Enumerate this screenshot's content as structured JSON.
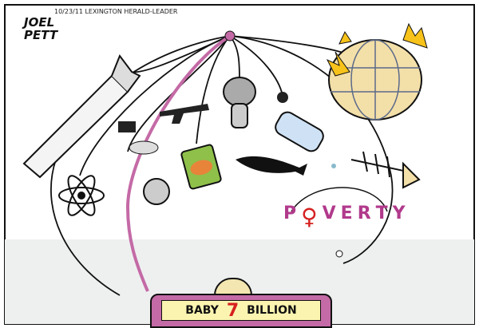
{
  "cartoon": {
    "dateline": "10/23/11 LEXINGTON HERALD-LEADER",
    "signature": "JOEL PETT",
    "crib_label_left": "BABY",
    "crib_label_number": "7",
    "crib_label_right": "BILLION",
    "poverty_letters": [
      "P",
      "♀",
      "V",
      "E",
      "R",
      "T",
      "Y"
    ]
  },
  "colors": {
    "crib": "#c46aa6",
    "crib_panel": "#fbf4b0",
    "number": "#d62020",
    "globe": "#f3dfa8",
    "flame": "#f7c21a",
    "poverty": "#b13a8c"
  }
}
